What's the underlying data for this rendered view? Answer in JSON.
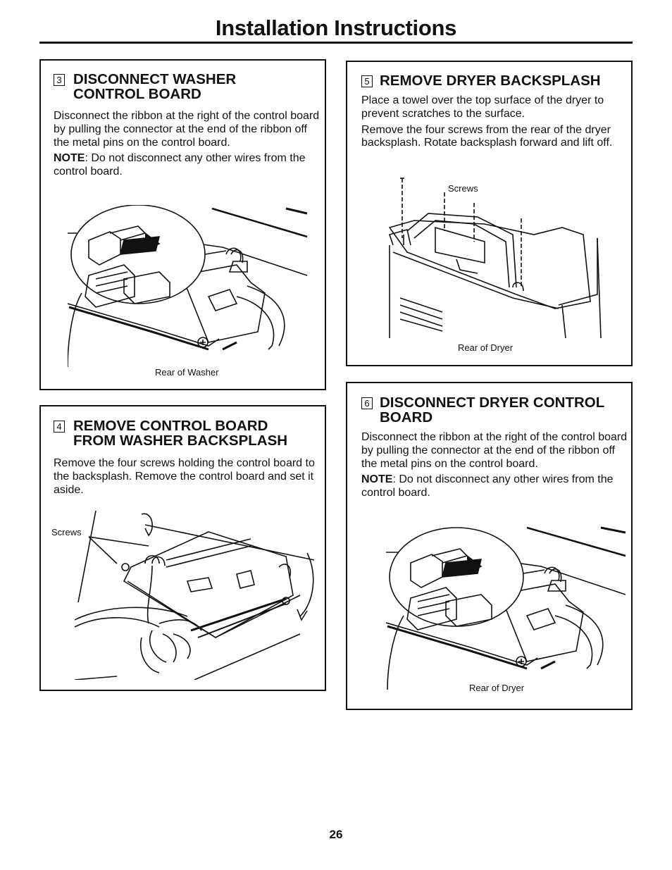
{
  "page": {
    "title": "Installation Instructions",
    "page_number": "26"
  },
  "steps": [
    {
      "number": "3",
      "heading": "DISCONNECT WASHER CONTROL BOARD",
      "paragraphs": [
        "Disconnect the ribbon at the right of the control board by pulling the connector at the end of the ribbon off the metal pins on the control board."
      ],
      "note_label": "NOTE",
      "note_text": ": Do not disconnect any other wires from the control board.",
      "caption": "Rear of Washer"
    },
    {
      "number": "4",
      "heading": "REMOVE CONTROL BOARD FROM WASHER BACKSPLASH",
      "paragraphs": [
        "Remove the four screws holding the control board to the backsplash. Remove the control board and set it aside."
      ],
      "label": "Screws"
    },
    {
      "number": "5",
      "heading": "REMOVE DRYER BACKSPLASH",
      "paragraphs": [
        "Place a towel over the top surface of the dryer to prevent scratches to the surface.",
        "Remove the four screws from the rear of the dryer backsplash. Rotate backsplash forward and lift off."
      ],
      "label": "Screws",
      "caption": "Rear of Dryer"
    },
    {
      "number": "6",
      "heading": "DISCONNECT DRYER CONTROL BOARD",
      "paragraphs": [
        "Disconnect the ribbon at the right of the control board by pulling the connector at the end of the ribbon off the metal pins on the control board."
      ],
      "note_label": "NOTE",
      "note_text": ": Do not disconnect any other wires from the control board.",
      "caption": "Rear of Dryer"
    }
  ]
}
